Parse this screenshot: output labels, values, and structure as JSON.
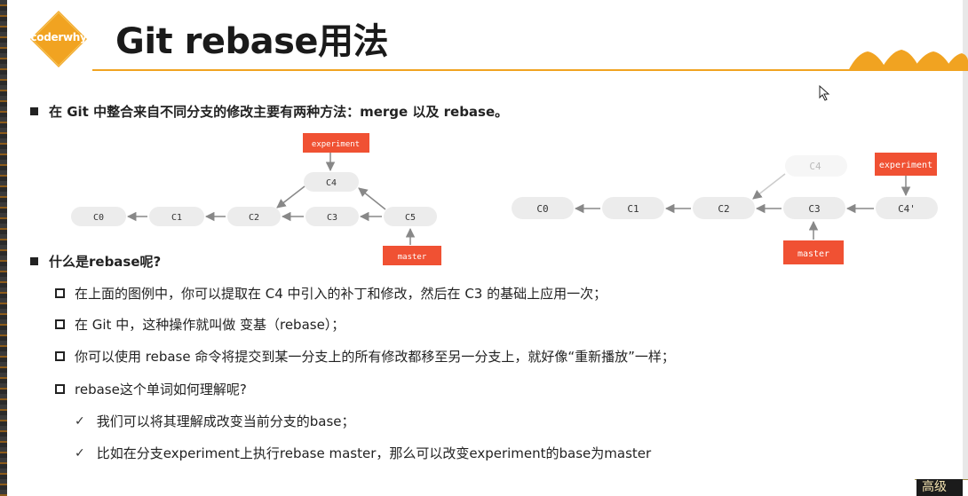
{
  "header": {
    "logo_text": "coderwhy",
    "title": "Git rebase用法"
  },
  "bullets": {
    "intro": "在 Git 中整合来自不同分支的修改主要有两种方法：merge 以及 rebase。",
    "what_is": "什么是rebase呢?",
    "sub1": "在上面的图例中，你可以提取在 C4 中引入的补丁和修改，然后在 C3 的基础上应用一次；",
    "sub2": "在 Git 中，这种操作就叫做 变基（rebase）；",
    "sub3": "你可以使用 rebase 命令将提交到某一分支上的所有修改都移至另一分支上，就好像“重新播放”一样；",
    "sub4": "rebase这个单词如何理解呢?",
    "check1": "我们可以将其理解成改变当前分支的base；",
    "check2": "比如在分支experiment上执行rebase master，那么可以改变experiment的base为master"
  },
  "diagram_left": {
    "commits": [
      "C0",
      "C1",
      "C2",
      "C3",
      "C4",
      "C5"
    ],
    "label_experiment": "experiment",
    "label_master": "master"
  },
  "diagram_right": {
    "commits": [
      "C0",
      "C1",
      "C2",
      "C3",
      "C4'"
    ],
    "ghost_commit": "C4",
    "label_experiment": "experiment",
    "label_master": "master"
  },
  "corner_badge": "高级",
  "colors": {
    "accent": "#f1a321",
    "branch_label": "#f05133",
    "commit_fill": "#ececec",
    "arrow": "#888888"
  }
}
